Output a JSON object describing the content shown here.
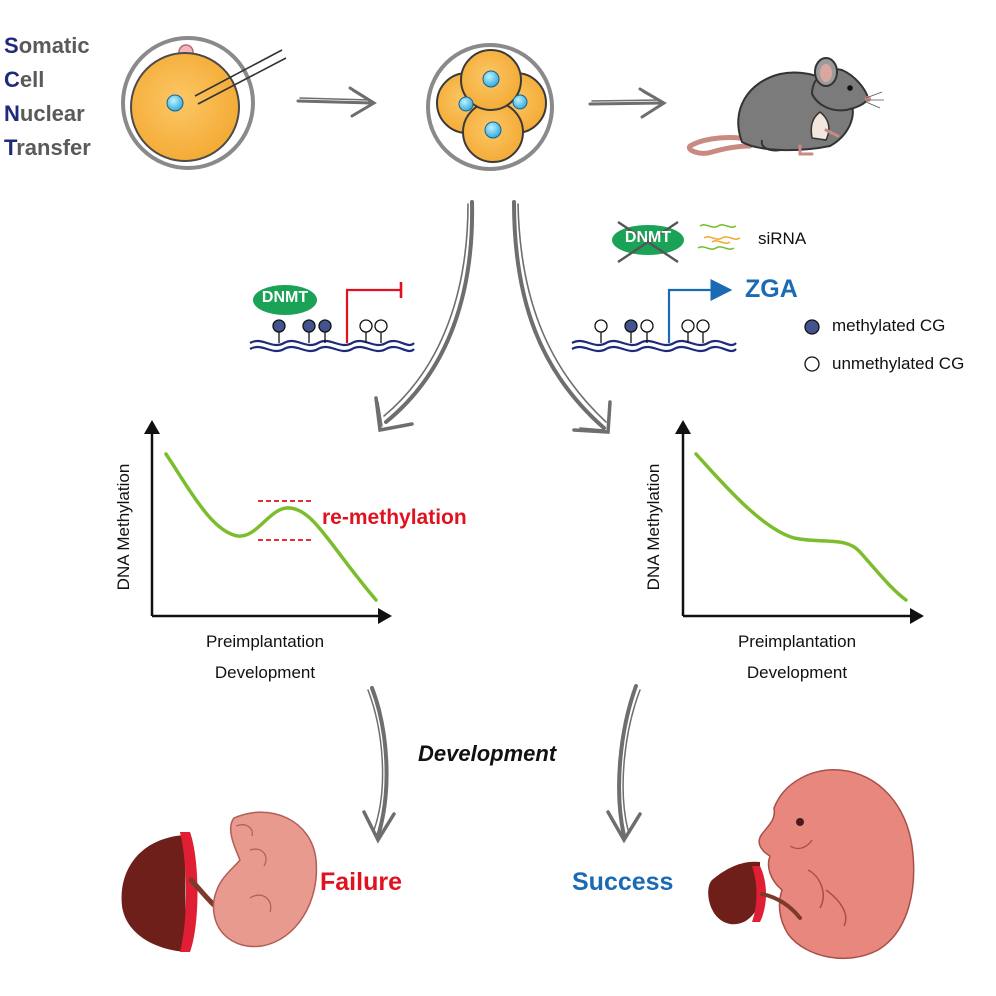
{
  "scnt": {
    "line1": {
      "initial": "S",
      "rest": "omatic"
    },
    "line2": {
      "initial": "C",
      "rest": "ell"
    },
    "line3": {
      "initial": "N",
      "rest": "uclear"
    },
    "line4": {
      "initial": "T",
      "rest": "ransfer"
    }
  },
  "labels": {
    "dnmt_left": "DNMT",
    "dnmt_right": "DNMT",
    "sirna": "siRNA",
    "zga": "ZGA",
    "remethylation": "re-methylation",
    "development": "Development",
    "failure": "Failure",
    "success": "Success"
  },
  "legend": {
    "methylated": "methylated CG",
    "unmethylated": "unmethylated CG"
  },
  "chart_left": {
    "ylabel": "DNA Methylation",
    "xlabel_line1": "Preimplantation",
    "xlabel_line2": "Development"
  },
  "chart_right": {
    "ylabel": "DNA Methylation",
    "xlabel_line1": "Preimplantation",
    "xlabel_line2": "Development"
  },
  "colors": {
    "red": "#e0121f",
    "blue": "#1a6bb3",
    "green": "#7cbd2d",
    "navy": "#1f2a7a",
    "dnmt_green": "#1aa256"
  }
}
